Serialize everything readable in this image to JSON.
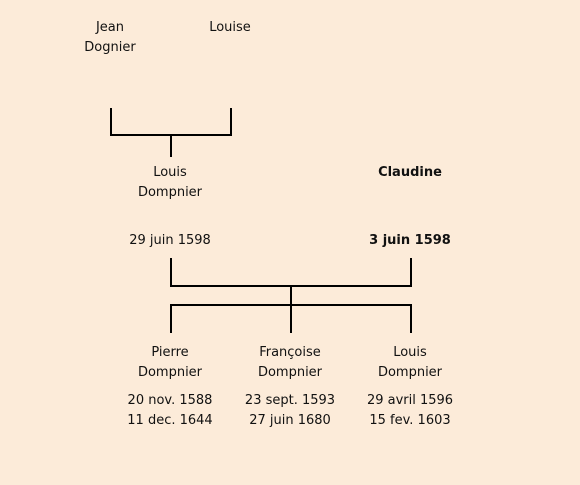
{
  "people": {
    "jean": {
      "first": "Jean",
      "last": "Dognier"
    },
    "louise": {
      "first": "Louise"
    },
    "louis_father": {
      "first": "Louis",
      "last": "Dompnier",
      "date": "29 juin 1598"
    },
    "claudine": {
      "first": "Claudine",
      "date": "3 juin 1598"
    },
    "pierre": {
      "first": "Pierre",
      "last": "Dompnier",
      "birth": "20 nov. 1588",
      "death": "11 dec. 1644"
    },
    "francoise": {
      "first": "Françoise",
      "last": "Dompnier",
      "birth": "23 sept. 1593",
      "death": "27 juin 1680"
    },
    "louis_child": {
      "first": "Louis",
      "last": "Dompnier",
      "birth": "29 avril 1596",
      "death": "15 fev. 1603"
    }
  }
}
